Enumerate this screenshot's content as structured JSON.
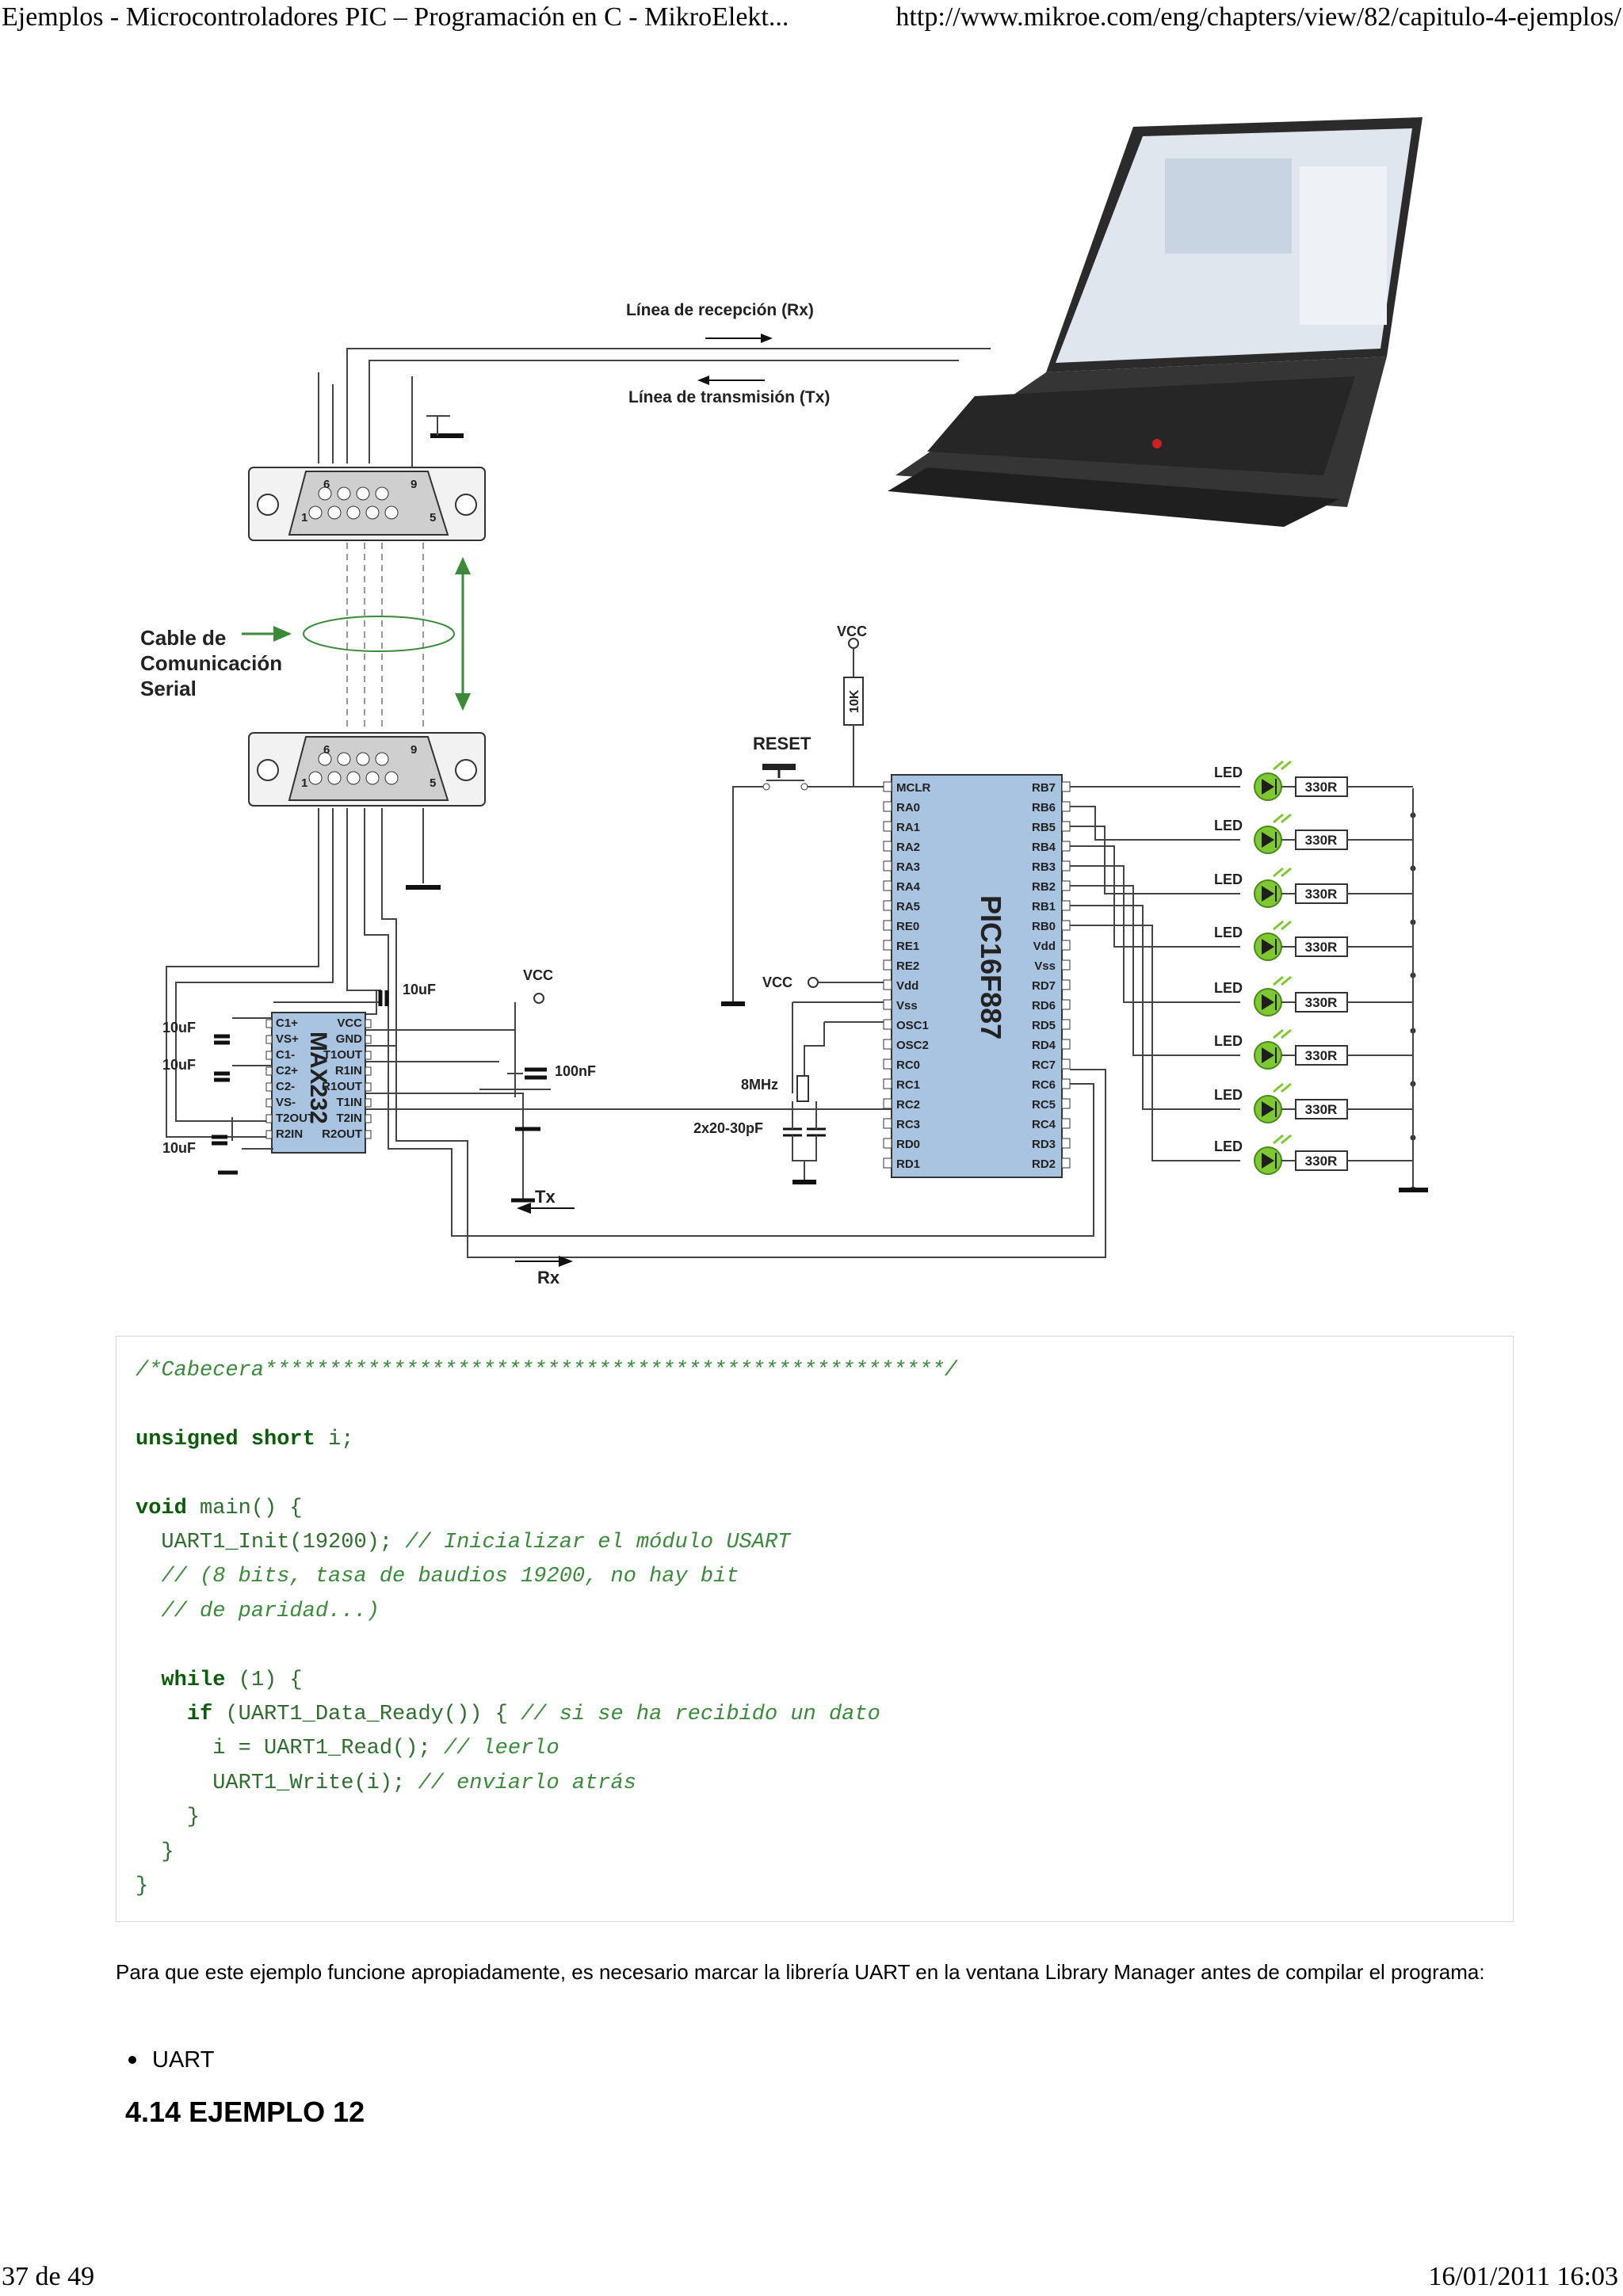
{
  "header": {
    "left": "Ejemplos - Microcontroladores PIC – Programación en C - MikroElekt...",
    "right": "http://www.mikroe.com/eng/chapters/view/82/capitulo-4-ejemplos/"
  },
  "figure": {
    "rx_line": "Línea de recepción (Rx)",
    "tx_line": "Línea de transmisión (Tx)",
    "cable_label": [
      "Cable de",
      "Comunicación",
      "Serial"
    ],
    "pin6": "6",
    "pin9": "9",
    "pin1": "1",
    "pin5": "5",
    "reset": "RESET",
    "vcc": "VCC",
    "r10k": "10K",
    "chip": "PIC16F887",
    "max": "MAX232",
    "cap_10uf": "10uF",
    "cap_100nf": "100nF",
    "xtal": "8MHz",
    "caps_xtal": "2x20-30pF",
    "tx": "Tx",
    "rx": "Rx",
    "led": "LED",
    "resistor": "330R",
    "pins_left": [
      "MCLR",
      "RA0",
      "RA1",
      "RA2",
      "RA3",
      "RA4",
      "RA5",
      "RE0",
      "RE1",
      "RE2",
      "Vdd",
      "Vss",
      "OSC1",
      "OSC2",
      "RC0",
      "RC1",
      "RC2",
      "RC3",
      "RD0",
      "RD1"
    ],
    "pins_right": [
      "RB7",
      "RB6",
      "RB5",
      "RB4",
      "RB3",
      "RB2",
      "RB1",
      "RB0",
      "Vdd",
      "Vss",
      "RD7",
      "RD6",
      "RD5",
      "RD4",
      "RC7",
      "RC6",
      "RC5",
      "RC4",
      "RD3",
      "RD2"
    ],
    "max_pins_left": [
      "C1+",
      "VS+",
      "C1-",
      "C2+",
      "C2-",
      "VS-",
      "T2OUT",
      "R2IN"
    ],
    "max_pins_right": [
      "VCC",
      "GND",
      "T1OUT",
      "R1IN",
      "R1OUT",
      "T1IN",
      "T2IN",
      "R2OUT"
    ]
  },
  "code": {
    "lines": [
      [
        {
          "t": "/*Cabecera*****************************************************/",
          "c": "cm"
        }
      ],
      [],
      [
        {
          "t": "unsigned",
          "c": "kw"
        },
        {
          "t": " "
        },
        {
          "t": "short",
          "c": "kw"
        },
        {
          "t": " i;"
        }
      ],
      [],
      [
        {
          "t": "void",
          "c": "kw"
        },
        {
          "t": " main() {"
        }
      ],
      [
        {
          "t": "  UART1_Init(19200); "
        },
        {
          "t": "// Inicializar el módulo USART",
          "c": "cm"
        }
      ],
      [
        {
          "t": "  "
        },
        {
          "t": "// (8 bits, tasa de baudios 19200, no hay bit",
          "c": "cm"
        }
      ],
      [
        {
          "t": "  "
        },
        {
          "t": "// de paridad...)",
          "c": "cm"
        }
      ],
      [],
      [
        {
          "t": "  "
        },
        {
          "t": "while",
          "c": "kw"
        },
        {
          "t": " (1) {"
        }
      ],
      [
        {
          "t": "    "
        },
        {
          "t": "if",
          "c": "kw"
        },
        {
          "t": " (UART1_Data_Ready()) { "
        },
        {
          "t": "// si se ha recibido un dato",
          "c": "cm"
        }
      ],
      [
        {
          "t": "      i = UART1_Read(); "
        },
        {
          "t": "// leerlo",
          "c": "cm"
        }
      ],
      [
        {
          "t": "      UART1_Write(i); "
        },
        {
          "t": "// enviarlo atrás",
          "c": "cm"
        }
      ],
      [
        {
          "t": "    }"
        }
      ],
      [
        {
          "t": "  }"
        }
      ],
      [
        {
          "t": "}"
        }
      ]
    ]
  },
  "paragraph": "Para que este ejemplo funcione apropiadamente, es necesario marcar la librería UART en la ventana Library Manager antes de compilar el programa:",
  "bullets": [
    "UART"
  ],
  "heading": "4.14 EJEMPLO 12",
  "footer": {
    "left": "37 de 49",
    "right": "16/01/2011 16:03"
  },
  "colors": {
    "led": "#7ec832",
    "chip": "#a8c4e0",
    "arrow": "#3a8a3a",
    "code_keyword": "#0a5c0a",
    "code_comment": "#3b8a3b"
  }
}
